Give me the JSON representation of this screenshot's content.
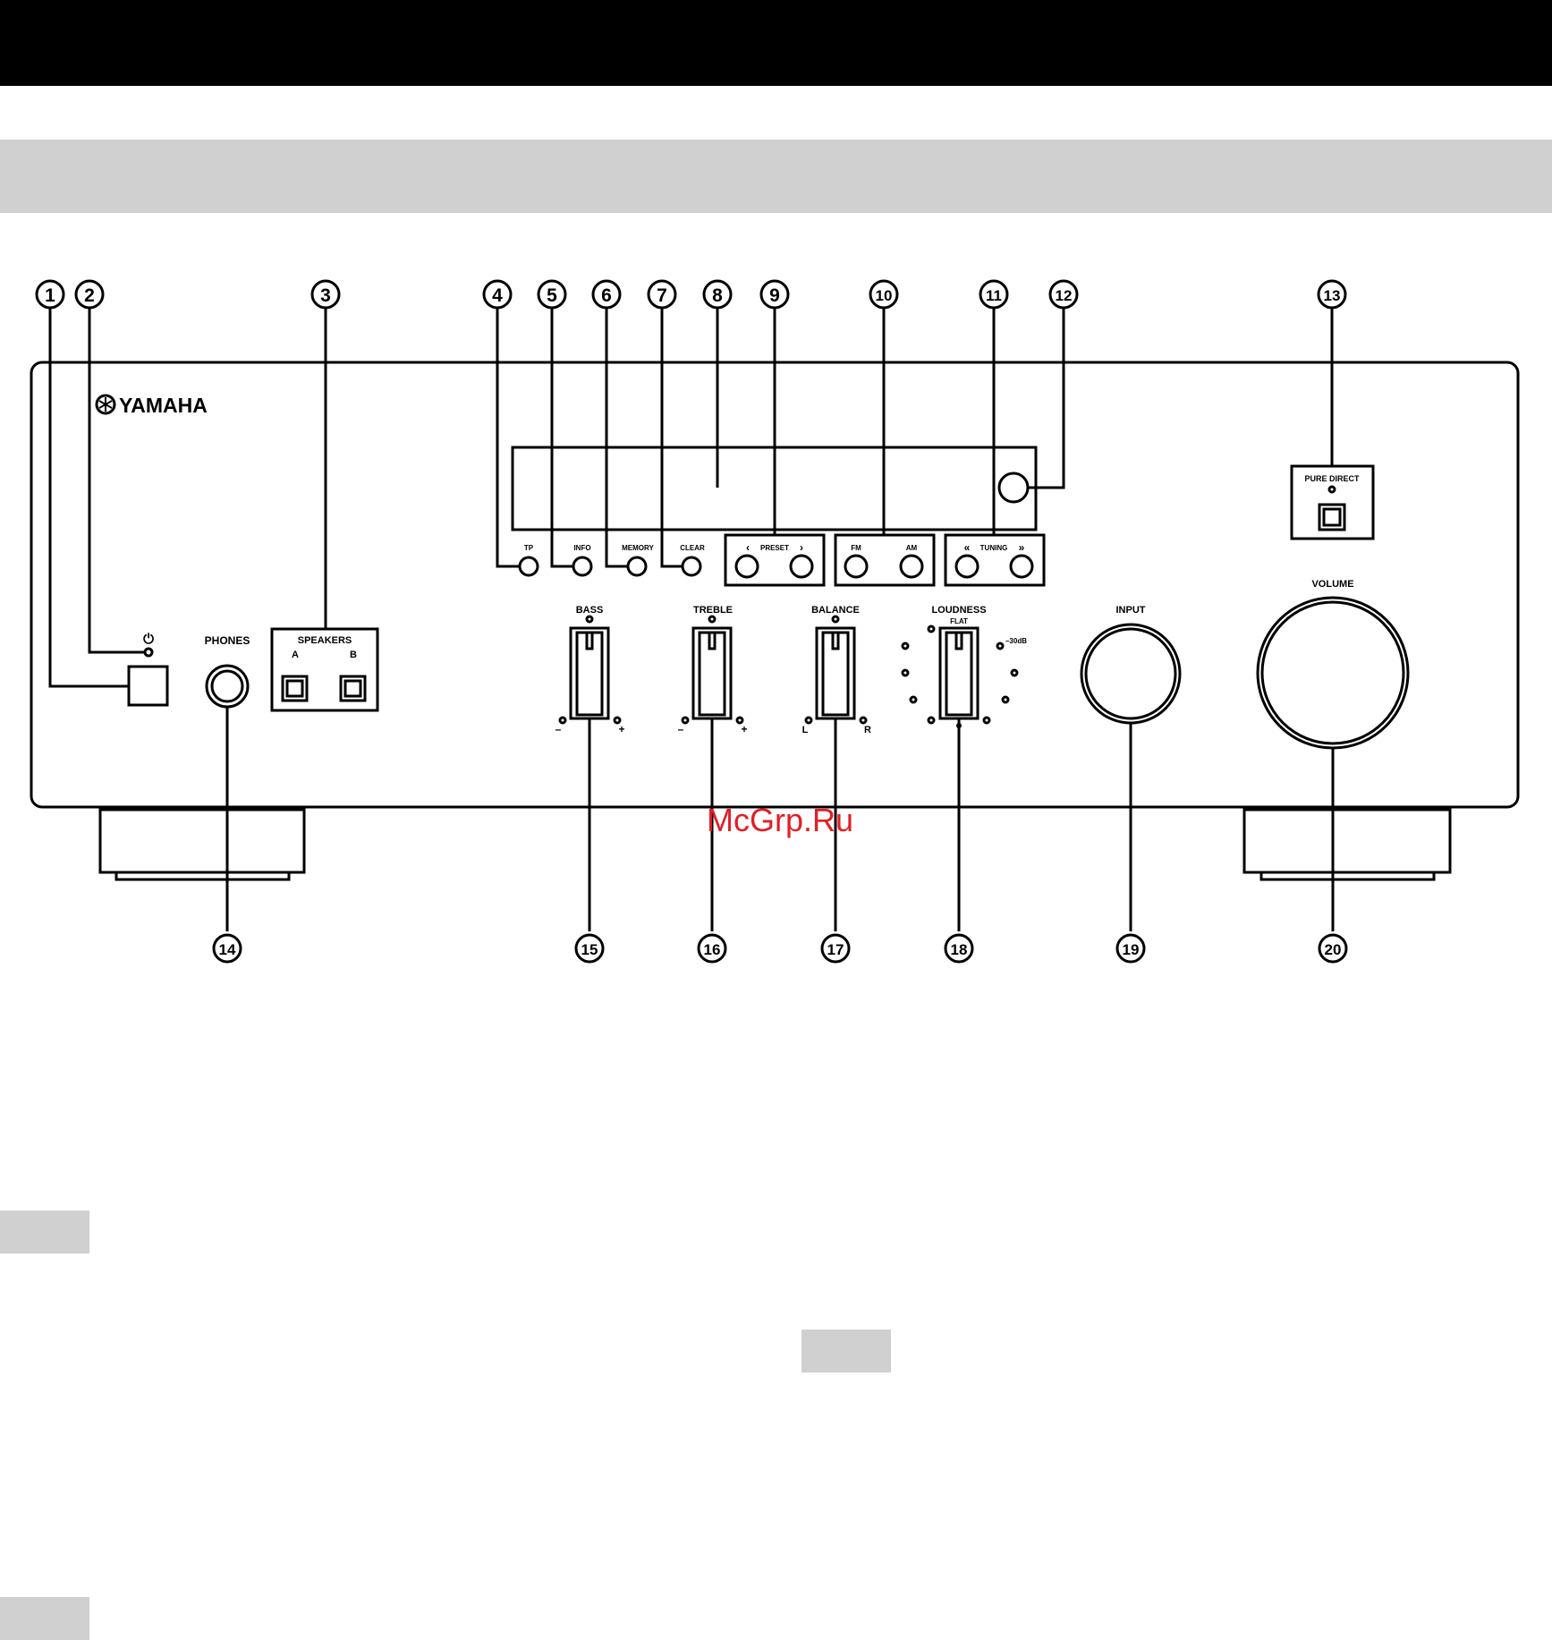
{
  "brand": "YAMAHA",
  "watermark": "McGrp.Ru",
  "callouts": [
    "1",
    "2",
    "3",
    "4",
    "5",
    "6",
    "7",
    "8",
    "9",
    "10",
    "11",
    "12",
    "13",
    "14",
    "15",
    "16",
    "17",
    "18",
    "19",
    "20"
  ],
  "labels": {
    "phones": "PHONES",
    "speakers": "SPEAKERS",
    "speaker_a": "A",
    "speaker_b": "B",
    "tp": "TP",
    "info": "INFO",
    "memory": "MEMORY",
    "clear": "CLEAR",
    "preset": "PRESET",
    "fm": "FM",
    "am": "AM",
    "tuning": "TUNING",
    "pure_direct": "PURE DIRECT",
    "bass": "BASS",
    "treble": "TREBLE",
    "balance": "BALANCE",
    "loudness": "LOUDNESS",
    "flat": "FLAT",
    "minus30db": "–30dB",
    "input": "INPUT",
    "volume": "VOLUME",
    "minus": "–",
    "plus": "+",
    "left": "L",
    "right": "R",
    "power_symbol": "⏻",
    "preset_left": "‹",
    "preset_right": "›",
    "tuning_left": "«",
    "tuning_right": "»"
  },
  "colors": {
    "watermark": "#e21f26",
    "bars": "#000000",
    "gray": "#d0d0d0"
  }
}
